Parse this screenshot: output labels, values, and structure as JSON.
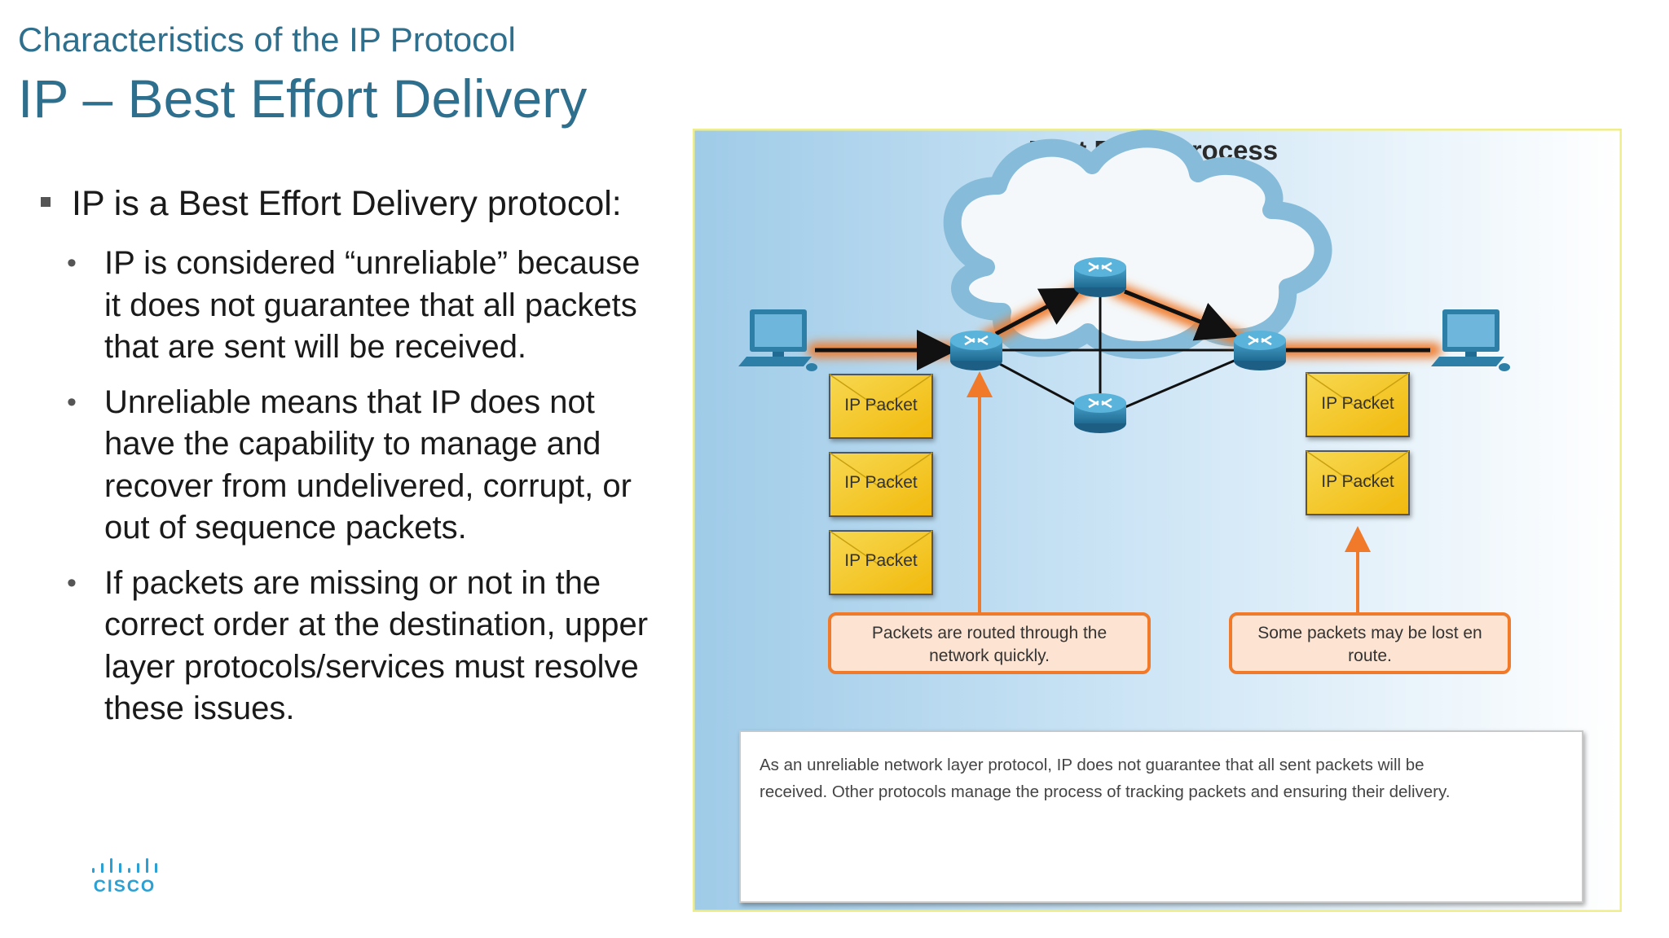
{
  "header": {
    "subtitle": "Characteristics of the IP Protocol",
    "title": "IP – Best Effort Delivery"
  },
  "bullets": {
    "main": "IP is a Best Effort Delivery protocol:",
    "sub": [
      "IP is considered “unreliable” because it does not guarantee that all packets that are sent will be received.",
      "Unreliable means that IP does not have the capability to manage and recover from undelivered, corrupt, or out of sequence packets.",
      "If packets are missing or not in the correct order at the destination, upper layer protocols/services must resolve these issues."
    ]
  },
  "logo": {
    "text": "CISCO"
  },
  "diagram": {
    "title": "Best Effort Process",
    "packet_label": "IP Packet",
    "callout_left_line1": "Packets are routed through the",
    "callout_left_line2": "network quickly.",
    "callout_right_line1": "Some packets may be lost en",
    "callout_right_line2": "route.",
    "description_line1": "As an unreliable network layer protocol, IP does not guarantee that all sent packets will be",
    "description_line2": "received. Other protocols manage the process of tracking packets and ensuring their delivery.",
    "colors": {
      "accent_orange": "#f07a2a",
      "packet_yellow": "#f5c820",
      "router_blue": "#2d7fa8",
      "frame_border": "#f0ee8a",
      "title_color": "#2e6f8e"
    }
  }
}
